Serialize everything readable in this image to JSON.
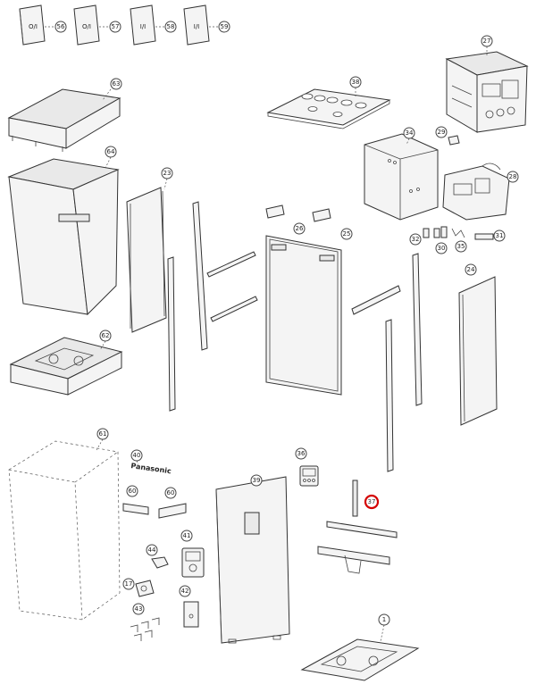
{
  "booklet_labels": [
    "O/I",
    "O/I",
    "I/I",
    "I/I"
  ],
  "part_numbers": {
    "p56": "56",
    "p57": "57",
    "p58": "58",
    "p59": "59",
    "p27": "27",
    "p38": "38",
    "p63": "63",
    "p34": "34",
    "p29": "29",
    "p64": "64",
    "p23": "23",
    "p26": "26",
    "p28": "28",
    "p32": "32",
    "p30": "30",
    "p35": "35",
    "p31": "31",
    "p25": "25",
    "p24": "24",
    "p62": "62",
    "p61": "61",
    "p40": "40",
    "p36": "36",
    "p39": "39",
    "p37": "37",
    "p60a": "60",
    "p60b": "60",
    "p44": "44",
    "p41": "41",
    "p17": "17",
    "p42": "42",
    "p43": "43",
    "p1": "1"
  },
  "brand_logo": "Panasonic",
  "highlighted_part": "37",
  "colors": {
    "highlight": "#d40000",
    "line": "#333333",
    "fill": "#f4f4f4"
  }
}
